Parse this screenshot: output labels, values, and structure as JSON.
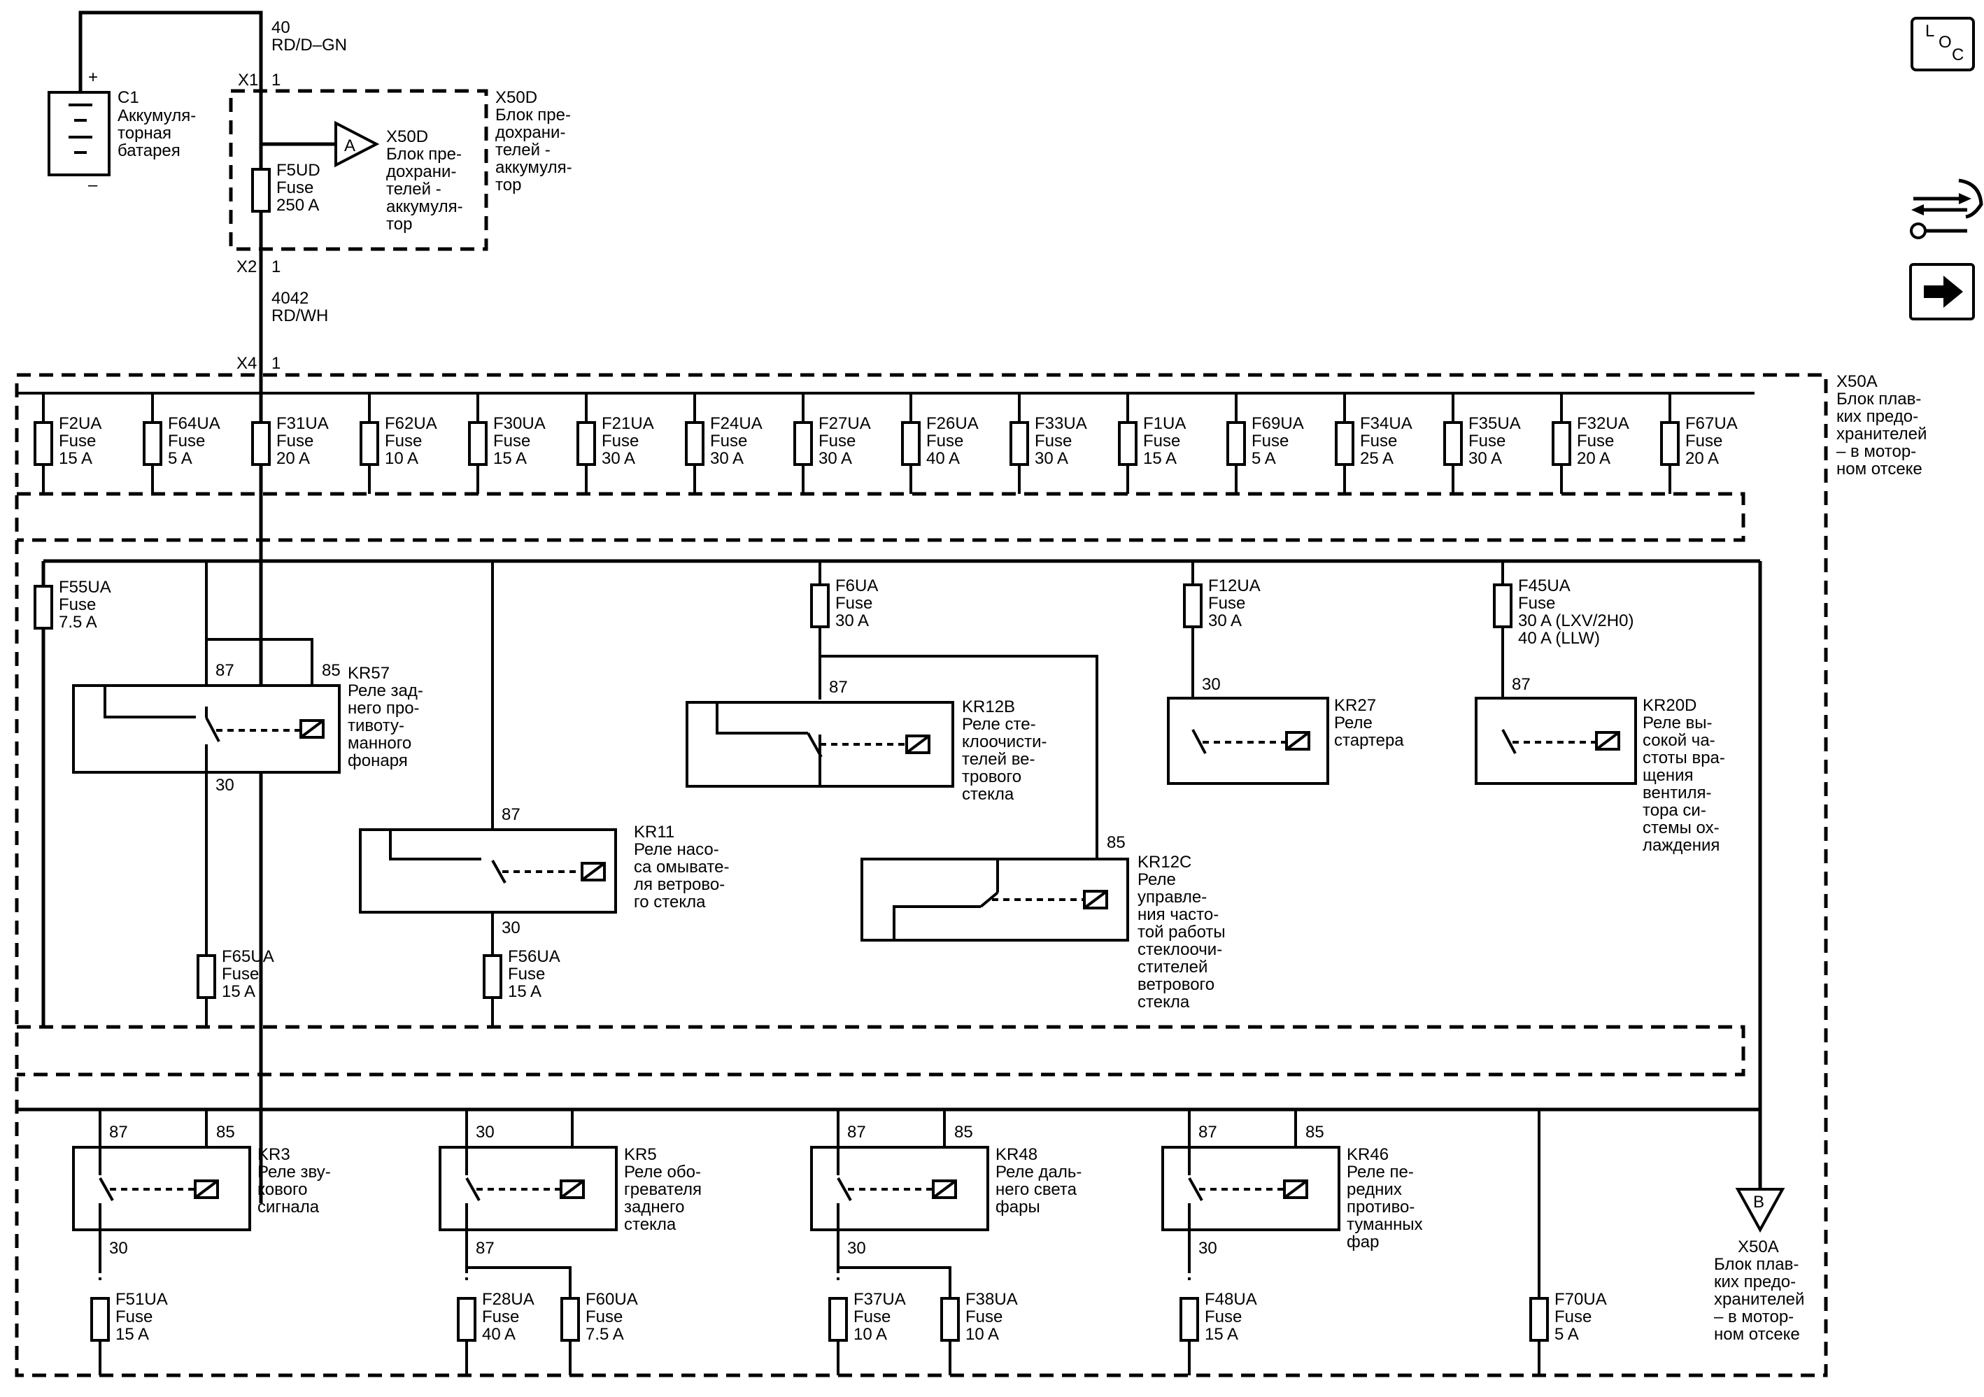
{
  "battery": {
    "ref": "C1",
    "desc": [
      "Аккумуля-",
      "торная",
      "батарея"
    ],
    "plus": "+",
    "minus": "–"
  },
  "top_wire": {
    "num": "40",
    "color": "RD/D–GN"
  },
  "mid_wire": {
    "num": "4042",
    "color": "RD/WH"
  },
  "connectors": {
    "x1": "X1",
    "x2": "X2",
    "x4": "X4",
    "pin": "1"
  },
  "x50d": {
    "ref": "X50D",
    "desc": [
      "Блок пре-",
      "дохрани-",
      "телей -",
      "аккумуля-",
      "тор"
    ]
  },
  "offpage_a": {
    "letter": "A",
    "ref": "X50D",
    "desc": [
      "Блок пре-",
      "дохрани-",
      "телей -",
      "аккумуля-",
      "тор"
    ]
  },
  "f5ud": {
    "ref": "F5UD",
    "type": "Fuse",
    "rating": "250 A"
  },
  "x50a": {
    "ref": "X50A",
    "desc": [
      "Блок плав-",
      "ких предо-",
      "хранителей",
      "– в мотор-",
      "ном отсеке"
    ]
  },
  "offpage_b": {
    "letter": "B",
    "ref": "X50A",
    "desc": [
      "Блок плав-",
      "ких предо-",
      "хранителей",
      "– в мотор-",
      "ном отсеке"
    ]
  },
  "fuse_row": [
    {
      "ref": "F2UA",
      "type": "Fuse",
      "rating": "15 A"
    },
    {
      "ref": "F64UA",
      "type": "Fuse",
      "rating": "5 A"
    },
    {
      "ref": "F31UA",
      "type": "Fuse",
      "rating": "20 A"
    },
    {
      "ref": "F62UA",
      "type": "Fuse",
      "rating": "10 A"
    },
    {
      "ref": "F30UA",
      "type": "Fuse",
      "rating": "15 A"
    },
    {
      "ref": "F21UA",
      "type": "Fuse",
      "rating": "30 A"
    },
    {
      "ref": "F24UA",
      "type": "Fuse",
      "rating": "30 A"
    },
    {
      "ref": "F27UA",
      "type": "Fuse",
      "rating": "30 A"
    },
    {
      "ref": "F26UA",
      "type": "Fuse",
      "rating": "40 A"
    },
    {
      "ref": "F33UA",
      "type": "Fuse",
      "rating": "30 A"
    },
    {
      "ref": "F1UA",
      "type": "Fuse",
      "rating": "15 A"
    },
    {
      "ref": "F69UA",
      "type": "Fuse",
      "rating": "5 A"
    },
    {
      "ref": "F34UA",
      "type": "Fuse",
      "rating": "25 A"
    },
    {
      "ref": "F35UA",
      "type": "Fuse",
      "rating": "30 A"
    },
    {
      "ref": "F32UA",
      "type": "Fuse",
      "rating": "20 A"
    },
    {
      "ref": "F67UA",
      "type": "Fuse",
      "rating": "20 A"
    }
  ],
  "mid_fuses": {
    "f55ua": {
      "ref": "F55UA",
      "type": "Fuse",
      "rating": "7.5 A"
    },
    "f6ua": {
      "ref": "F6UA",
      "type": "Fuse",
      "rating": "30 A"
    },
    "f12ua": {
      "ref": "F12UA",
      "type": "Fuse",
      "rating": "30 A"
    },
    "f45ua": {
      "ref": "F45UA",
      "type": "Fuse",
      "rating": "30 A (LXV/2H0)",
      "rating2": "40 A (LLW)"
    },
    "f65ua": {
      "ref": "F65UA",
      "type": "Fuse",
      "rating": "15 A"
    },
    "f56ua": {
      "ref": "F56UA",
      "type": "Fuse",
      "rating": "15 A"
    }
  },
  "relays_mid": {
    "kr57": {
      "ref": "KR57",
      "desc": [
        "Реле зад-",
        "него про-",
        "тивоту-",
        "манного",
        "фонаря"
      ]
    },
    "kr11": {
      "ref": "KR11",
      "desc": [
        "Реле насо-",
        "са омывате-",
        "ля ветрово-",
        "го стекла"
      ]
    },
    "kr12b": {
      "ref": "KR12B",
      "desc": [
        "Реле сте-",
        "клоочисти-",
        "телей ве-",
        "трового",
        "стекла"
      ]
    },
    "kr12c": {
      "ref": "KR12C",
      "desc": [
        "Реле",
        "управле-",
        "ния часто-",
        "той работы",
        "стеклоочи-",
        "стителей",
        "ветрового",
        "стекла"
      ]
    },
    "kr27": {
      "ref": "KR27",
      "desc": [
        "Реле",
        "стартера"
      ]
    },
    "kr20d": {
      "ref": "KR20D",
      "desc": [
        "Реле вы-",
        "сокой ча-",
        "стоты вра-",
        "щения",
        "вентиля-",
        "тора си-",
        "стемы ох-",
        "лаждения"
      ]
    }
  },
  "relays_bottom": {
    "kr3": {
      "ref": "KR3",
      "desc": [
        "Реле зву-",
        "кового",
        "сигнала"
      ]
    },
    "kr5": {
      "ref": "KR5",
      "desc": [
        "Реле обо-",
        "гревателя",
        "заднего",
        "стекла"
      ]
    },
    "kr48": {
      "ref": "KR48",
      "desc": [
        "Реле даль-",
        "него света",
        "фары"
      ]
    },
    "kr46": {
      "ref": "KR46",
      "desc": [
        "Реле пе-",
        "редних",
        "противо-",
        "туманных",
        "фар"
      ]
    }
  },
  "bottom_fuses": {
    "f51ua": {
      "ref": "F51UA",
      "type": "Fuse",
      "rating": "15 A"
    },
    "f28ua": {
      "ref": "F28UA",
      "type": "Fuse",
      "rating": "40 A"
    },
    "f60ua": {
      "ref": "F60UA",
      "type": "Fuse",
      "rating": "7.5 A"
    },
    "f37ua": {
      "ref": "F37UA",
      "type": "Fuse",
      "rating": "10 A"
    },
    "f38ua": {
      "ref": "F38UA",
      "type": "Fuse",
      "rating": "10 A"
    },
    "f48ua": {
      "ref": "F48UA",
      "type": "Fuse",
      "rating": "15 A"
    },
    "f70ua": {
      "ref": "F70UA",
      "type": "Fuse",
      "rating": "5 A"
    }
  },
  "pins": {
    "p30": "30",
    "p85": "85",
    "p87": "87"
  },
  "icons": {
    "loc": "loc-icon",
    "service": "component-service-icon",
    "next": "next-page-arrow-icon"
  },
  "loc_letters": {
    "l": "L",
    "o": "O",
    "c": "C"
  }
}
